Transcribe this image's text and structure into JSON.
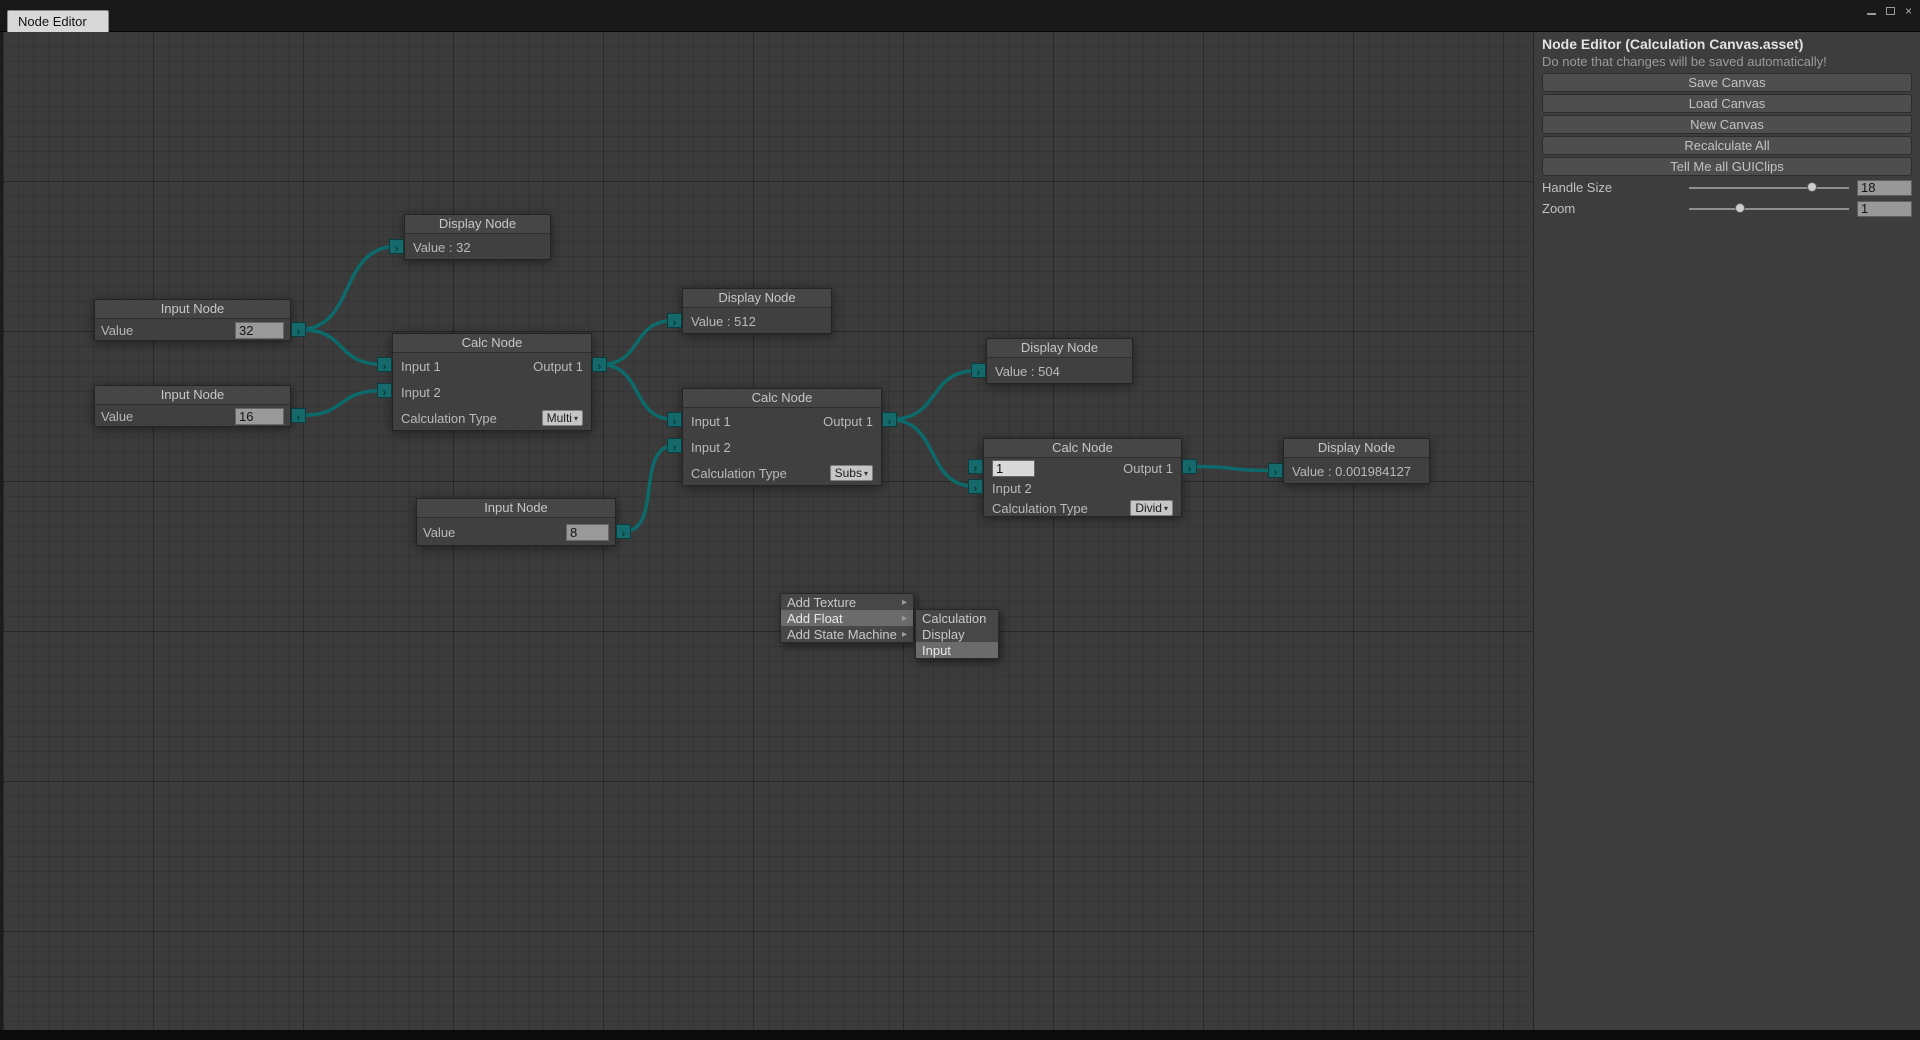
{
  "window": {
    "tab": "Node Editor"
  },
  "icons": {
    "close": "×",
    "pin_arrow": "›",
    "submenu_arrow": "▸",
    "dropdown": "▾"
  },
  "colors": {
    "connection": "#0c6a6a",
    "pin": "#15696b"
  },
  "canvas": {
    "nodes": {
      "input1": {
        "title": "Input Node",
        "label": "Value",
        "value": "32"
      },
      "input2": {
        "title": "Input Node",
        "label": "Value",
        "value": "16"
      },
      "input3": {
        "title": "Input Node",
        "label": "Value",
        "value": "8"
      },
      "calc1": {
        "title": "Calc Node",
        "input1": "Input 1",
        "input2": "Input 2",
        "output": "Output 1",
        "calc_label": "Calculation Type",
        "calc_type": "Multi"
      },
      "calc2": {
        "title": "Calc Node",
        "input1": "Input 1",
        "input2": "Input 2",
        "output": "Output 1",
        "calc_label": "Calculation Type",
        "calc_type": "Subs"
      },
      "calc3": {
        "title": "Calc Node",
        "input1_value": "1",
        "input2": "Input 2",
        "output": "Output 1",
        "calc_label": "Calculation Type",
        "calc_type": "Divid"
      },
      "disp1": {
        "title": "Display Node",
        "value": "Value : 32"
      },
      "disp2": {
        "title": "Display Node",
        "value": "Value : 512"
      },
      "disp3": {
        "title": "Display Node",
        "value": "Value : 504"
      },
      "disp4": {
        "title": "Display Node",
        "value": "Value : 0.001984127"
      }
    },
    "edges": [
      {
        "from": "input1-out",
        "to": "disp1-in"
      },
      {
        "from": "input1-out",
        "to": "calc1-in1"
      },
      {
        "from": "input2-out",
        "to": "calc1-in2"
      },
      {
        "from": "calc1-out",
        "to": "disp2-in"
      },
      {
        "from": "calc1-out",
        "to": "calc2-in1"
      },
      {
        "from": "input3-out",
        "to": "calc2-in2"
      },
      {
        "from": "calc2-out",
        "to": "disp3-in"
      },
      {
        "from": "calc2-out",
        "to": "calc3-in2"
      },
      {
        "from": "calc3-out",
        "to": "disp4-in"
      }
    ]
  },
  "context_menu": {
    "items": [
      {
        "label": "Add Texture"
      },
      {
        "label": "Add Float"
      },
      {
        "label": "Add State Machine"
      }
    ],
    "submenu": {
      "items": [
        {
          "label": "Calculation"
        },
        {
          "label": "Display"
        },
        {
          "label": "Input"
        }
      ]
    }
  },
  "sidebar": {
    "title": "Node Editor (Calculation Canvas.asset)",
    "note": "Do note that changes will be saved automatically!",
    "buttons": [
      "Save Canvas",
      "Load Canvas",
      "New Canvas",
      "Recalculate All",
      "Tell Me all GUIClips"
    ],
    "handle_size": {
      "label": "Handle Size",
      "value": "18"
    },
    "zoom": {
      "label": "Zoom",
      "value": "1"
    }
  }
}
